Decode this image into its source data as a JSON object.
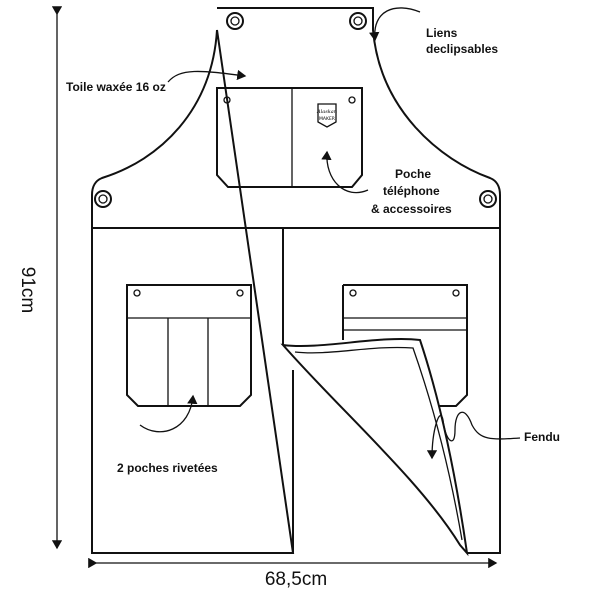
{
  "labels": {
    "fabric": "Toile waxée 16 oz",
    "ties_line1": "Liens",
    "ties_line2": "declipsables",
    "pocket_line1": "Poche",
    "pocket_line2": "téléphone",
    "pocket_line3": "& accessoires",
    "riveted": "2 poches rivetées",
    "split": "Fendu"
  },
  "dimensions": {
    "height": "91cm",
    "width": "68,5cm"
  },
  "logo": {
    "line1": "Alaskan",
    "line2": "MAKER"
  }
}
